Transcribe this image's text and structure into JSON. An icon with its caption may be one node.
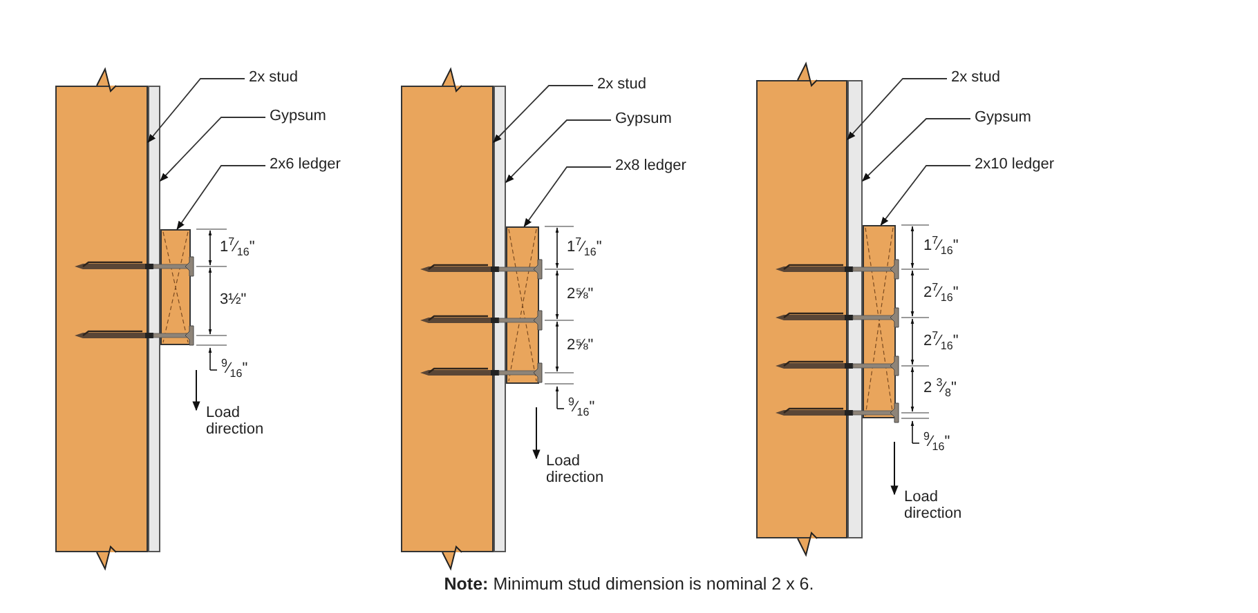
{
  "diagram": {
    "caption": "**Note:** Minimum stud dimension is nominal 2 x 6.",
    "nodes": [
      {
        "text": [
          "2x stud"
        ]
      },
      {
        "text": [],
        "shape": "box"
      },
      {
        "text": [
          "Gypsum"
        ]
      },
      {
        "text": [],
        "shape": "bar"
      },
      {
        "text": [
          "2x6 ledger"
        ]
      },
      {
        "text": [],
        "shape": "box"
      },
      {
        "text": [
          "2x stud"
        ]
      },
      {
        "text": [],
        "shape": "box"
      },
      {
        "text": [
          "Gypsum"
        ]
      },
      {
        "text": [],
        "shape": "bar"
      },
      {
        "text": [
          "2x8 ledger"
        ]
      },
      {
        "text": [],
        "shape": "box"
      },
      {
        "text": [
          "2x stud"
        ]
      },
      {
        "text": [],
        "shape": "box"
      },
      {
        "text": [
          "Gypsum"
        ]
      },
      {
        "text": [],
        "shape": "bar"
      },
      {
        "text": [
          "2x10 ledger"
        ]
      },
      {
        "text": [],
        "shape": "box"
      }
    ],
    "edges": [
      {
        "from": 0,
        "to": 1,
        "arrow": "to"
      },
      {
        "from": 2,
        "to": 3,
        "arrow": "to"
      },
      {
        "from": 4,
        "to": 5,
        "arrow": "to"
      },
      {
        "from": 6,
        "to": 7,
        "arrow": "to"
      },
      {
        "from": 8,
        "to": 9,
        "arrow": "to"
      },
      {
        "from": 10,
        "to": 11,
        "arrow": "to"
      },
      {
        "from": 12,
        "to": 13,
        "arrow": "to"
      },
      {
        "from": 14,
        "to": 15,
        "arrow": "to"
      },
      {
        "from": 16,
        "to": 17,
        "arrow": "to"
      }
    ],
    "labels": [
      "1$^{7}$⁄$_{16}$\"",
      "3½\"",
      "$^{9}$⁄$_{16}$\"",
      "Load direction",
      "1$^{7}$⁄$_{16}$\"",
      "2⅝\"",
      "2⅝\"",
      "$^{9}$⁄$_{16}$\"",
      "Load direction",
      "1$^{7}$⁄$_{16}$\"",
      "2$^{7}$⁄$_{16}$\"",
      "2$^{7}$⁄$_{16}$\"",
      "2 $^{3}$⁄$_{8}$\"",
      "$^{9}$⁄$_{16}$\"",
      "Load direction"
    ]
  }
}
